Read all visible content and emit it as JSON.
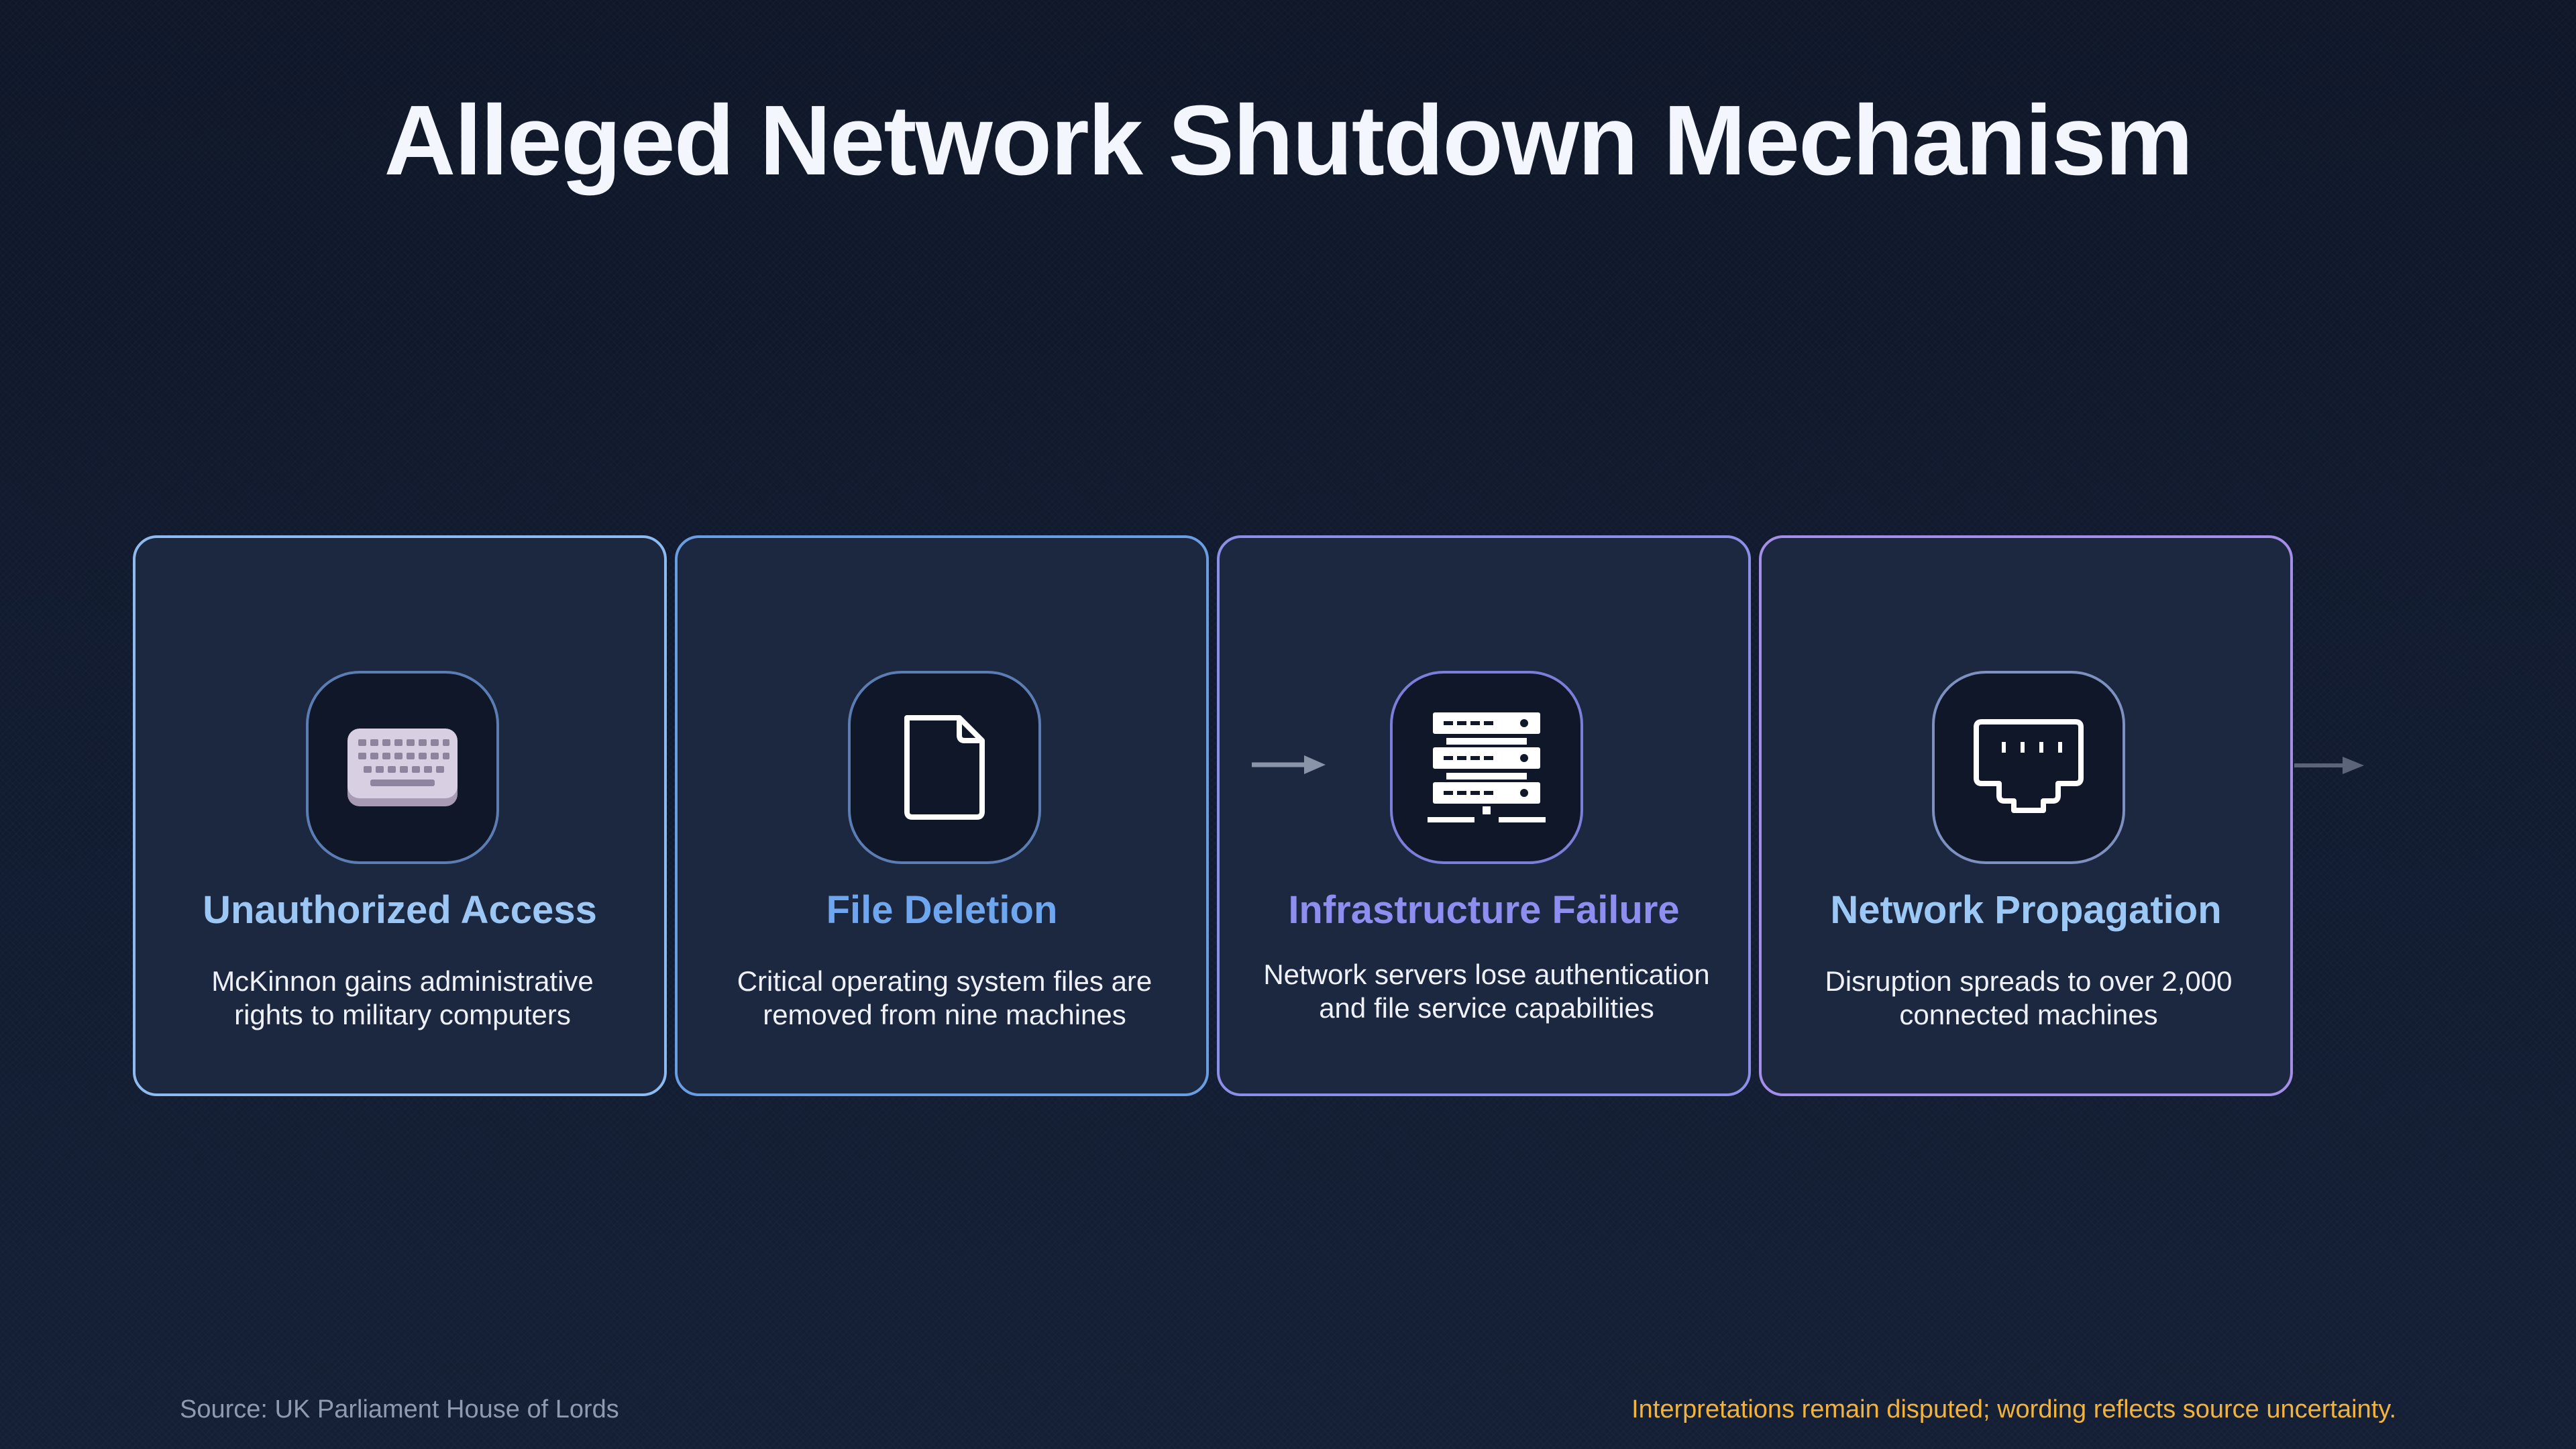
{
  "title": "Alleged Network Shutdown Mechanism",
  "steps": [
    {
      "icon": "keyboard-icon",
      "title": "Unauthorized Access",
      "description": "McKinnon gains administrative rights to military computers"
    },
    {
      "icon": "document-icon",
      "title": "File Deletion",
      "description": "Critical operating system files are removed from nine machines"
    },
    {
      "icon": "server-rack-icon",
      "title": "Infrastructure Failure",
      "description": "Network servers lose authentication and file service capabilities"
    },
    {
      "icon": "ethernet-port-icon",
      "title": "Network Propagation",
      "description": "Disruption spreads to over 2,000 connected machines"
    }
  ],
  "footer": {
    "source": "Source: UK Parliament House of Lords",
    "note": "Interpretations remain disputed; wording reflects source uncertainty."
  },
  "colors": {
    "background": "#111a2e",
    "card": "#1c2740",
    "note": "#f2b33c"
  }
}
